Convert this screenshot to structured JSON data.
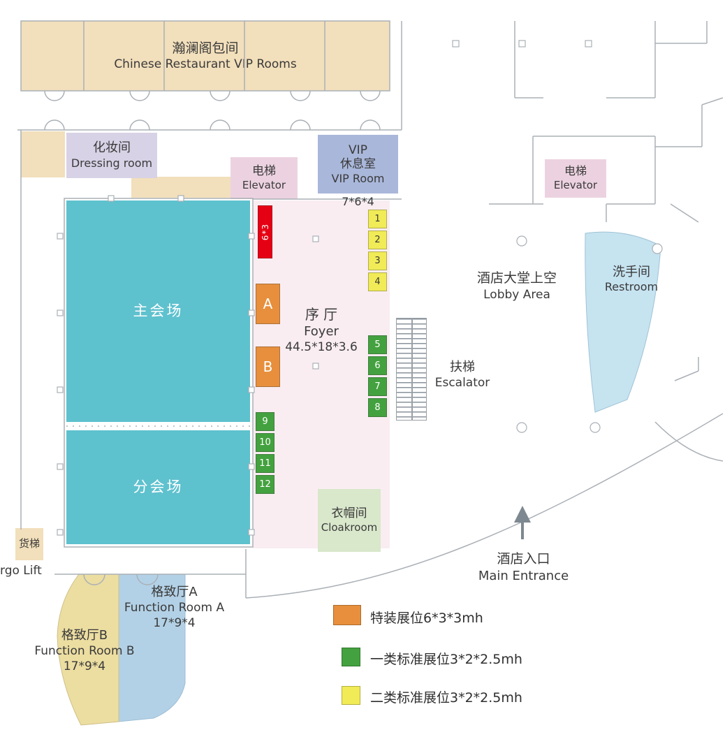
{
  "colors": {
    "tan": "#f2dfbb",
    "lavender": "#d8d2e6",
    "elevator_pink": "#ecd2e0",
    "vip_blue": "#a9b7da",
    "hall_teal": "#5ec1ce",
    "foyer_pink": "#f9edf2",
    "restroom_blue": "#c6e3f0",
    "cloakroom_green": "#d9e7cb",
    "function_a_blue": "#b3d1e6",
    "function_b_yellow": "#ecdda1",
    "booth_red": "#e60013",
    "booth_orange": "#e78f3c",
    "booth_green": "#44a13f",
    "booth_yellow": "#f0eb57"
  },
  "rooms": {
    "restaurant": {
      "zh": "瀚澜阁包间",
      "en": "Chinese Restaurant VIP Rooms"
    },
    "dressing": {
      "zh": "化妆间",
      "en": "Dressing room"
    },
    "elevator": {
      "zh": "电梯",
      "en": "Elevator"
    },
    "vip": {
      "zh1": "VIP",
      "zh2": "休息室",
      "en": "VIP Room",
      "size": "7*6*4"
    },
    "main_hall": {
      "zh": "主会场"
    },
    "sub_hall": {
      "zh": "分会场"
    },
    "foyer": {
      "zh": "序 厅",
      "en": "Foyer",
      "size": "44.5*18*3.6"
    },
    "lobby": {
      "zh": "酒店大堂上空",
      "en": "Lobby Area"
    },
    "escalator": {
      "zh": "扶梯",
      "en": "Escalator"
    },
    "restroom": {
      "zh": "洗手间",
      "en": "Restroom"
    },
    "cloakroom": {
      "zh": "衣帽间",
      "en": "Cloakroom"
    },
    "entrance": {
      "zh": "酒店入口",
      "en": "Main Entrance"
    },
    "cargo_lift": {
      "zh": "货梯",
      "en": "rgo Lift"
    },
    "function_a": {
      "zh": "格致厅A",
      "en": "Function Room A",
      "size": "17*9*4"
    },
    "function_b": {
      "zh": "格致厅B",
      "en": "Function Room B",
      "size": "17*9*4"
    }
  },
  "booths": {
    "red_label": "6*3",
    "a_label": "A",
    "b_label": "B",
    "yellow": [
      "1",
      "2",
      "3",
      "4"
    ],
    "green_mid": [
      "5",
      "6",
      "7",
      "8"
    ],
    "green_low": [
      "9",
      "10",
      "11",
      "12"
    ]
  },
  "legend": {
    "items": [
      {
        "label": "特装展位6*3*3mh"
      },
      {
        "label": "一类标准展位3*2*2.5mh"
      },
      {
        "label": "二类标准展位3*2*2.5mh"
      }
    ]
  }
}
